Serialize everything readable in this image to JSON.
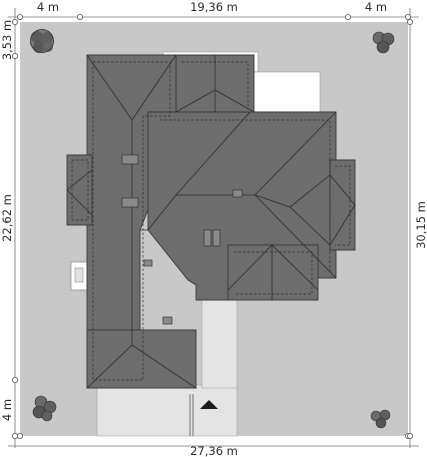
{
  "dimensions": {
    "top_left": "4 m",
    "top_center": "19,36 m",
    "top_right": "4 m",
    "left_top": "3,53 m",
    "left_middle": "22,62 m",
    "left_bottom": "4 m",
    "right": "30,15 m",
    "bottom": "27,36 m"
  },
  "colors": {
    "plot": "#c8c8c8",
    "roof": "#6d6d6d",
    "paved": "#ffffff",
    "line": "#2e2e2e"
  },
  "icons": [
    "tree-icon",
    "north-arrow-icon"
  ]
}
